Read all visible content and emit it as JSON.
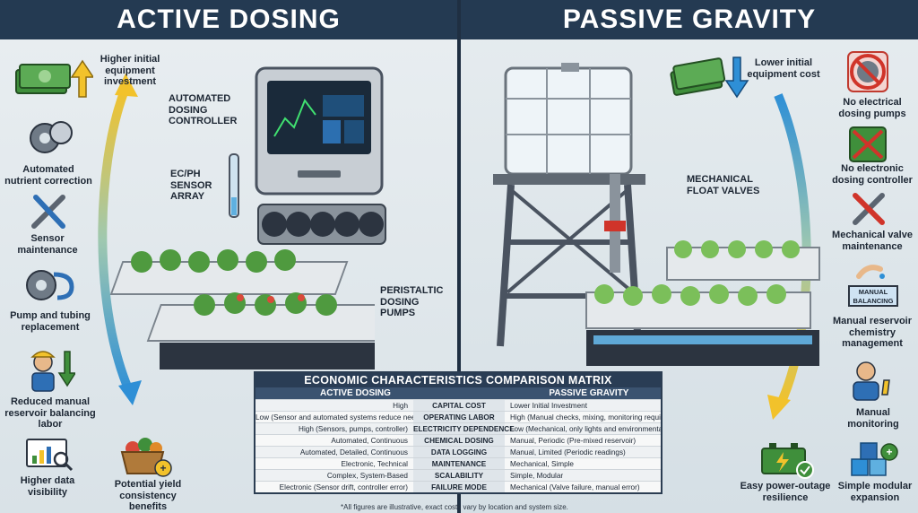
{
  "left": {
    "title": "ACTIVE DOSING",
    "labels": {
      "higher_investment": "Higher initial equipment investment",
      "automated_correction": "Automated nutrient correction",
      "sensor_maintenance": "Sensor maintenance",
      "pump_replacement": "Pump and tubing replacement",
      "reduced_labor": "Reduced manual reservoir balancing labor",
      "data_visibility": "Higher data visibility",
      "yield_consistency": "Potential yield consistency benefits"
    },
    "callouts": {
      "controller": "AUTOMATED DOSING CONTROLLER",
      "sensor": "EC/PH SENSOR ARRAY",
      "pumps": "PERISTALTIC DOSING PUMPS"
    }
  },
  "right": {
    "title": "PASSIVE GRAVITY",
    "labels": {
      "lower_cost": "Lower initial equipment cost",
      "no_pumps": "No electrical dosing pumps",
      "no_controller": "No electronic dosing controller",
      "valve_maintenance": "Mechanical valve maintenance",
      "manual_balancing_badge": "MANUAL BALANCING",
      "manual_chemistry": "Manual reservoir chemistry management",
      "manual_monitoring": "Manual monitoring",
      "outage_resilience": "Easy power-outage resilience",
      "modular_expansion": "Simple modular expansion"
    },
    "callouts": {
      "float_valves": "MECHANICAL FLOAT VALVES"
    }
  },
  "matrix": {
    "title": "ECONOMIC CHARACTERISTICS COMPARISON MATRIX",
    "head_left": "ACTIVE DOSING",
    "head_right": "PASSIVE GRAVITY",
    "rows": [
      {
        "left": "High",
        "mid": "CAPITAL COST",
        "right": "Lower Initial Investment"
      },
      {
        "left": "Low (Sensor and automated systems reduce need)",
        "mid": "OPERATING LABOR",
        "right": "High (Manual checks, mixing, monitoring required)"
      },
      {
        "left": "High (Sensors, pumps, controller)",
        "mid": "ELECTRICITY DEPENDENCE",
        "right": "Low (Mechanical, only lights and environmental control)"
      },
      {
        "left": "Automated, Continuous",
        "mid": "CHEMICAL DOSING",
        "right": "Manual, Periodic (Pre-mixed reservoir)"
      },
      {
        "left": "Automated, Detailed, Continuous",
        "mid": "DATA LOGGING",
        "right": "Manual, Limited (Periodic readings)"
      },
      {
        "left": "Electronic, Technical",
        "mid": "MAINTENANCE",
        "right": "Mechanical, Simple"
      },
      {
        "left": "Complex, System-Based",
        "mid": "SCALABILITY",
        "right": "Simple, Modular"
      },
      {
        "left": "Electronic (Sensor drift, controller error)",
        "mid": "FAILURE MODE",
        "right": "Mechanical (Valve failure, manual error)"
      }
    ]
  },
  "footnote": "*All figures are illustrative, exact costs vary by location and system size.",
  "colors": {
    "header": "#243a52",
    "arrow_left": "#f2c22b",
    "arrow_right": "#2e8fd6",
    "money": "#3f8f3b"
  }
}
